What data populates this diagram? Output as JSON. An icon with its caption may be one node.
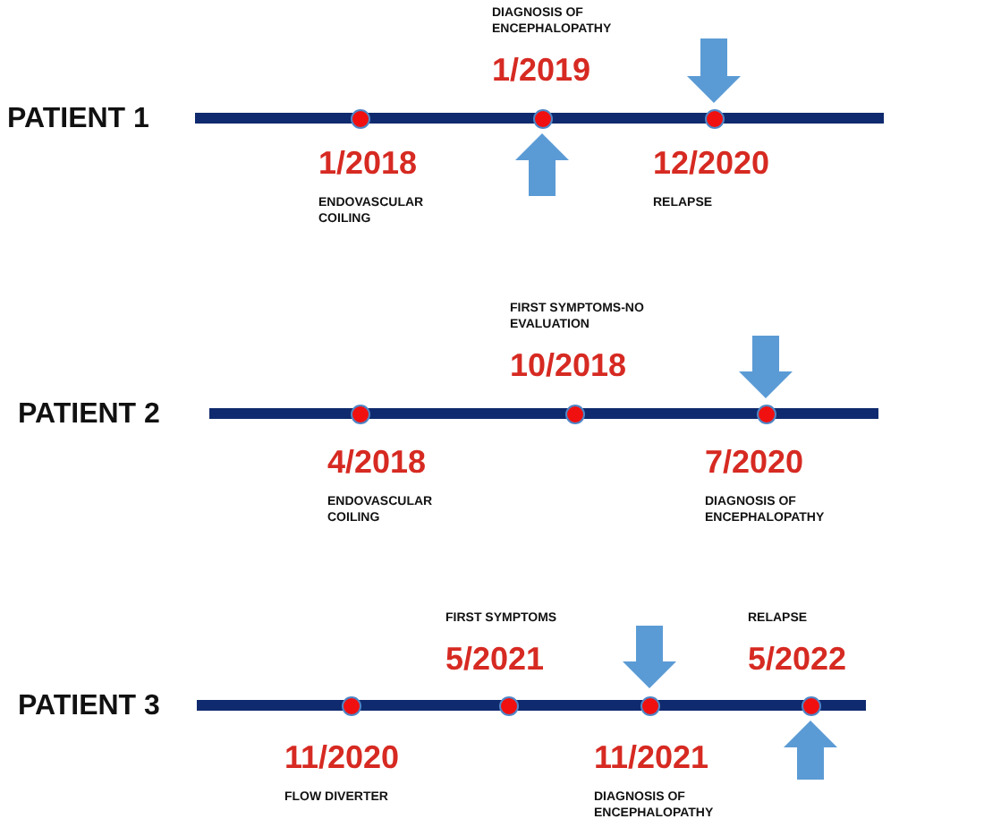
{
  "diagram": {
    "nodes": [
      {
        "text": [],
        "shape": "bar",
        "beside": [
          "PATIENT 1"
        ]
      },
      {
        "text": [],
        "shape": "circle",
        "beside": [
          "1/2018",
          "ENDOVASCULAR COILING"
        ]
      },
      {
        "text": [],
        "shape": "circle",
        "beside": [
          "DIAGNOSIS OF ENCEPHALOPATHY",
          "1/2019"
        ]
      },
      {
        "text": [],
        "shape": "circle",
        "beside": [
          "12/2020",
          "RELAPSE"
        ]
      },
      {
        "text": [],
        "shape": "bar",
        "beside": [
          "PATIENT 2"
        ]
      },
      {
        "text": [],
        "shape": "circle",
        "beside": [
          "4/2018",
          "ENDOVASCULAR COILING"
        ]
      },
      {
        "text": [],
        "shape": "circle",
        "beside": [
          "FIRST SYMPTOMS-NO EVALUATION",
          "10/2018"
        ]
      },
      {
        "text": [],
        "shape": "circle",
        "beside": [
          "7/2020",
          "DIAGNOSIS OF ENCEPHALOPATHY"
        ]
      },
      {
        "text": [],
        "shape": "bar",
        "beside": [
          "PATIENT 3"
        ]
      },
      {
        "text": [],
        "shape": "circle",
        "beside": [
          "11/2020",
          "FLOW DIVERTER"
        ]
      },
      {
        "text": [],
        "shape": "circle",
        "beside": [
          "FIRST SYMPTOMS",
          "5/2021"
        ]
      },
      {
        "text": [],
        "shape": "circle",
        "beside": [
          "11/2021",
          "DIAGNOSIS OF ENCEPHALOPATHY"
        ]
      },
      {
        "text": [],
        "shape": "circle",
        "beside": [
          "RELAPSE",
          "5/2022"
        ]
      }
    ],
    "edges": [
      {
        "from": null,
        "to": 2,
        "arrow": "to"
      },
      {
        "from": null,
        "to": 3,
        "arrow": "to"
      },
      {
        "from": null,
        "to": 7,
        "arrow": "to"
      },
      {
        "from": null,
        "to": 11,
        "arrow": "to"
      },
      {
        "from": null,
        "to": 12,
        "arrow": "to"
      }
    ]
  }
}
